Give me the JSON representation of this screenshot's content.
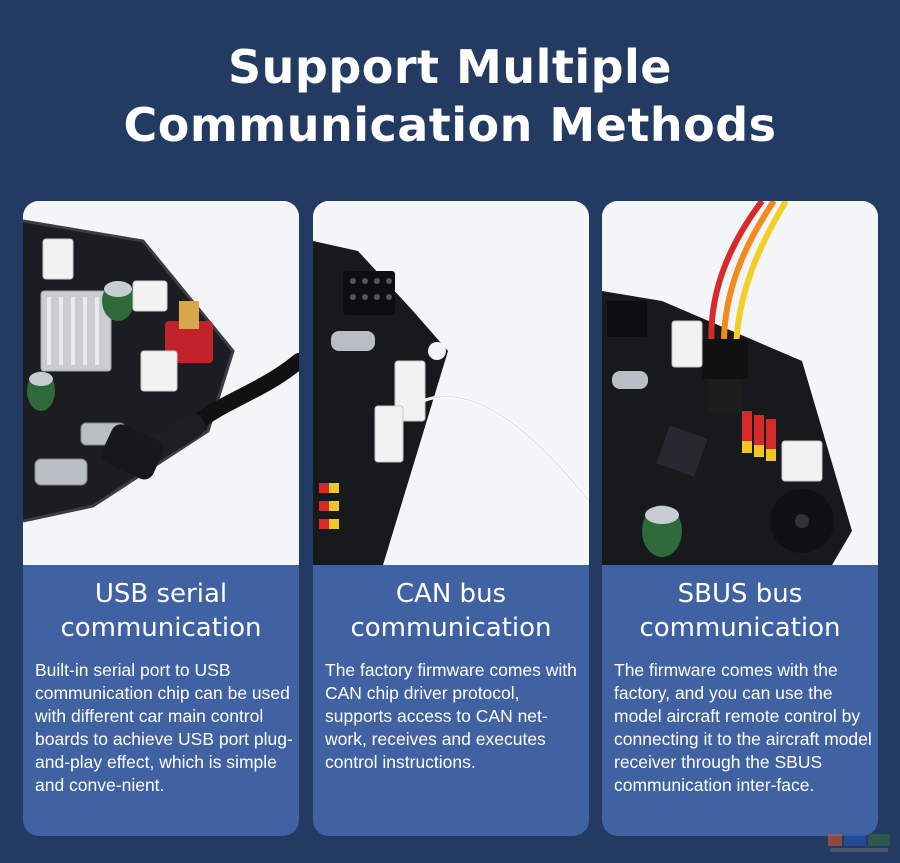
{
  "headline": {
    "line1": "Support Multiple",
    "line2": "Communication Methods"
  },
  "cards": [
    {
      "title_line1": "USB serial",
      "title_line2": "communication",
      "body": "Built-in serial port to USB communication chip can be used with different car main control boards to achieve USB port plug-and-play effect, which is simple and conve-nient."
    },
    {
      "title_line1": "CAN bus",
      "title_line2": "communication",
      "body": "The factory firmware comes with CAN chip driver protocol, supports access to CAN net-work, receives and executes control instructions."
    },
    {
      "title_line1": "SBUS bus",
      "title_line2": "communication",
      "body": "The firmware comes with the factory, and you can use the model aircraft remote control by connecting it to the aircraft model receiver through the SBUS communication inter-face."
    }
  ],
  "colors": {
    "background": "#233b62",
    "card_panel": "#4062a2",
    "text": "#ffffff"
  },
  "icons": [
    "usb-board-photo",
    "can-board-photo",
    "sbus-board-photo",
    "watermark-logo"
  ]
}
